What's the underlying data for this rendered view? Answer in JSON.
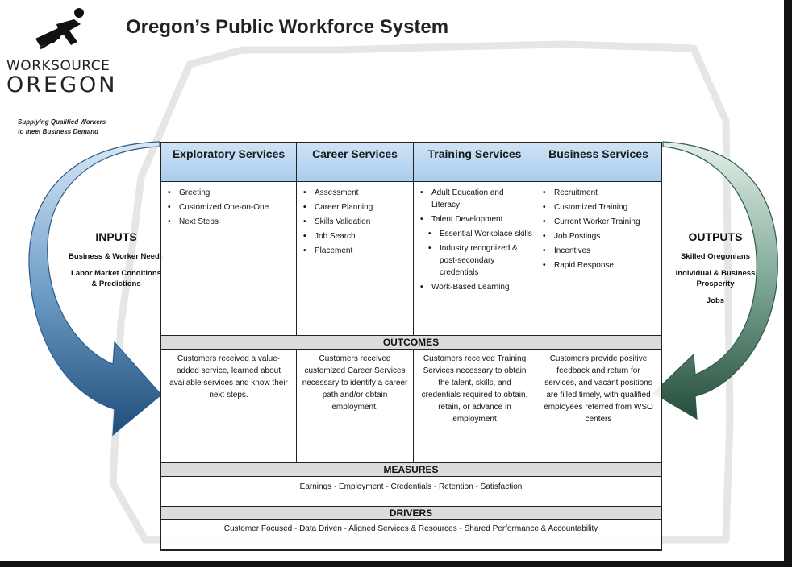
{
  "title": "Oregon’s Public Workforce System",
  "logo": {
    "line1": "WORKSOURCE",
    "line2": "OREGON",
    "tagline": "Supplying Qualified Workers to meet Business Demand"
  },
  "inputs": {
    "heading": "INPUTS",
    "items": [
      "Business & Worker Needs",
      "Labor Market Conditions & Predictions"
    ]
  },
  "outputs": {
    "heading": "OUTPUTS",
    "items": [
      "Skilled Oregonians",
      "Individual & Business Prosperity",
      "Jobs"
    ]
  },
  "columns": [
    {
      "heading": "Exploratory Services",
      "items": [
        {
          "text": "Greeting",
          "sub": false
        },
        {
          "text": "Customized One-on-One",
          "sub": false
        },
        {
          "text": "Next Steps",
          "sub": false
        }
      ],
      "outcome": "Customers received a value-added service, learned about available services and know their next steps."
    },
    {
      "heading": "Career Services",
      "items": [
        {
          "text": "Assessment",
          "sub": false
        },
        {
          "text": "Career Planning",
          "sub": false
        },
        {
          "text": "Skills Validation",
          "sub": false
        },
        {
          "text": "Job Search",
          "sub": false
        },
        {
          "text": "Placement",
          "sub": false
        }
      ],
      "outcome": "Customers received customized Career Services necessary to identify a career path and/or obtain employment."
    },
    {
      "heading": "Training Services",
      "items": [
        {
          "text": "Adult Education and Literacy",
          "sub": false
        },
        {
          "text": "Talent Development",
          "sub": false
        },
        {
          "text": "Essential Workplace skills",
          "sub": true
        },
        {
          "text": "Industry recognized & post-secondary credentials",
          "sub": true
        },
        {
          "text": "Work-Based Learning",
          "sub": false
        }
      ],
      "outcome": "Customers received Training Services necessary to obtain the talent, skills, and credentials required to obtain, retain, or advance in employment"
    },
    {
      "heading": "Business Services",
      "items": [
        {
          "text": "Recruitment",
          "sub": false
        },
        {
          "text": "Customized Training",
          "sub": false
        },
        {
          "text": "Current Worker Training",
          "sub": false
        },
        {
          "text": "Job Postings",
          "sub": false
        },
        {
          "text": "Incentives",
          "sub": false
        },
        {
          "text": "Rapid Response",
          "sub": false
        }
      ],
      "outcome": "Customers provide positive feedback and return for services, and vacant positions are filled timely, with qualified employees referred from WSO centers"
    }
  ],
  "outcomes_label": "OUTCOMES",
  "measures": {
    "label": "MEASURES",
    "text": "Earnings - Employment - Credentials - Retention - Satisfaction"
  },
  "drivers": {
    "label": "DRIVERS",
    "text": "Customer Focused - Data Driven - Aligned Services & Resources - Shared Performance & Accountability"
  },
  "colors": {
    "header_top": "#cfe3f6",
    "header_bottom": "#a9cdee",
    "input_arrow": "#3b6e9e",
    "output_arrow": "#3f6f5a",
    "band": "#dcdcdc"
  }
}
